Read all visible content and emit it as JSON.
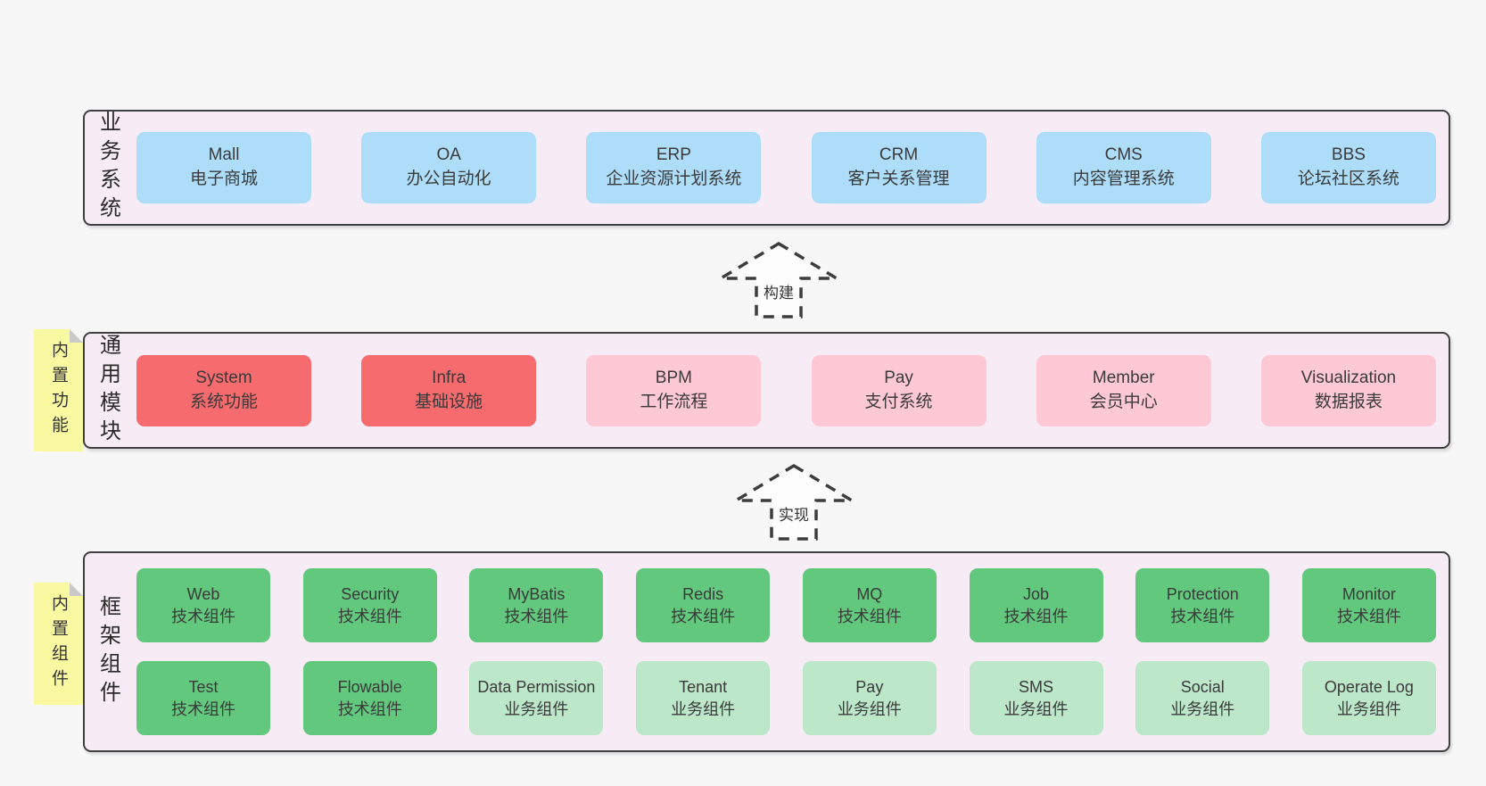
{
  "diagram": {
    "colors": {
      "page_background": "#f7f7f7",
      "band_background": "#f7ecf6",
      "band_border": "#3f3f3f",
      "box_blue": "#aeddfa",
      "box_red": "#f56b6e",
      "box_pink": "#fec9d4",
      "box_green_dark": "#62c87e",
      "box_green_light": "#bce8c9",
      "sticky_yellow": "#f9f9a2",
      "sticky_fold_gray": "#c9c9c9",
      "text": "#3a3a3a"
    },
    "bands": [
      {
        "label": "业务系统",
        "boxes": [
          {
            "title": "Mall",
            "subtitle": "电子商城"
          },
          {
            "title": "OA",
            "subtitle": "办公自动化"
          },
          {
            "title": "ERP",
            "subtitle": "企业资源计划系统"
          },
          {
            "title": "CRM",
            "subtitle": "客户关系管理"
          },
          {
            "title": "CMS",
            "subtitle": "内容管理系统"
          },
          {
            "title": "BBS",
            "subtitle": "论坛社区系统"
          }
        ]
      },
      {
        "label": "通用模块",
        "sticky_note": "内置功能",
        "boxes": [
          {
            "title": "System",
            "subtitle": "系统功能"
          },
          {
            "title": "Infra",
            "subtitle": "基础设施"
          },
          {
            "title": "BPM",
            "subtitle": "工作流程"
          },
          {
            "title": "Pay",
            "subtitle": "支付系统"
          },
          {
            "title": "Member",
            "subtitle": "会员中心"
          },
          {
            "title": "Visualization",
            "subtitle": "数据报表"
          }
        ]
      },
      {
        "label": "框架组件",
        "sticky_note": "内置组件",
        "rows": [
          [
            {
              "title": "Web",
              "subtitle": "技术组件"
            },
            {
              "title": "Security",
              "subtitle": "技术组件"
            },
            {
              "title": "MyBatis",
              "subtitle": "技术组件"
            },
            {
              "title": "Redis",
              "subtitle": "技术组件"
            },
            {
              "title": "MQ",
              "subtitle": "技术组件"
            },
            {
              "title": "Job",
              "subtitle": "技术组件"
            },
            {
              "title": "Protection",
              "subtitle": "技术组件"
            },
            {
              "title": "Monitor",
              "subtitle": "技术组件"
            }
          ],
          [
            {
              "title": "Test",
              "subtitle": "技术组件"
            },
            {
              "title": "Flowable",
              "subtitle": "技术组件"
            },
            {
              "title": "Data Permission",
              "subtitle": "业务组件"
            },
            {
              "title": "Tenant",
              "subtitle": "业务组件"
            },
            {
              "title": "Pay",
              "subtitle": "业务组件"
            },
            {
              "title": "SMS",
              "subtitle": "业务组件"
            },
            {
              "title": "Social",
              "subtitle": "业务组件"
            },
            {
              "title": "Operate Log",
              "subtitle": "业务组件"
            }
          ]
        ]
      }
    ],
    "arrows": [
      {
        "label": "构建"
      },
      {
        "label": "实现"
      }
    ]
  }
}
